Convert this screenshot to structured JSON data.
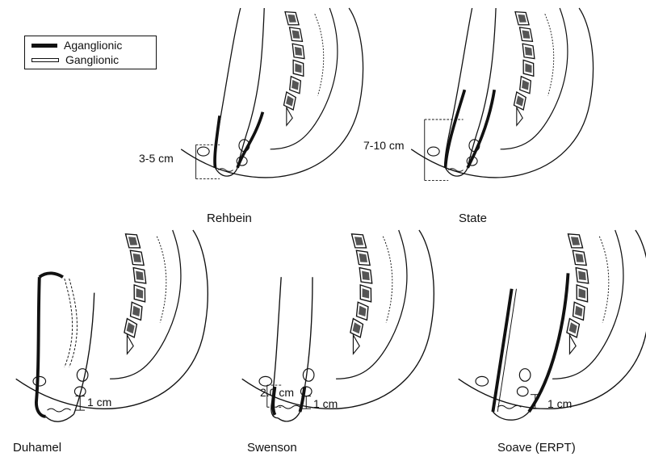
{
  "legend": {
    "aganglionic": "Aganglionic",
    "ganglionic": "Ganglionic"
  },
  "panels": {
    "rehbein": {
      "caption": "Rehbein",
      "measure": "3-5 cm"
    },
    "state": {
      "caption": "State",
      "measure": "7-10 cm"
    },
    "duhamel": {
      "caption": "Duhamel",
      "measure": "1 cm"
    },
    "swenson": {
      "caption": "Swenson",
      "measure_upper": "2.0 cm",
      "measure_lower": "1 cm"
    },
    "soave": {
      "caption": "Soave (ERPT)",
      "measure": "1 cm"
    }
  }
}
